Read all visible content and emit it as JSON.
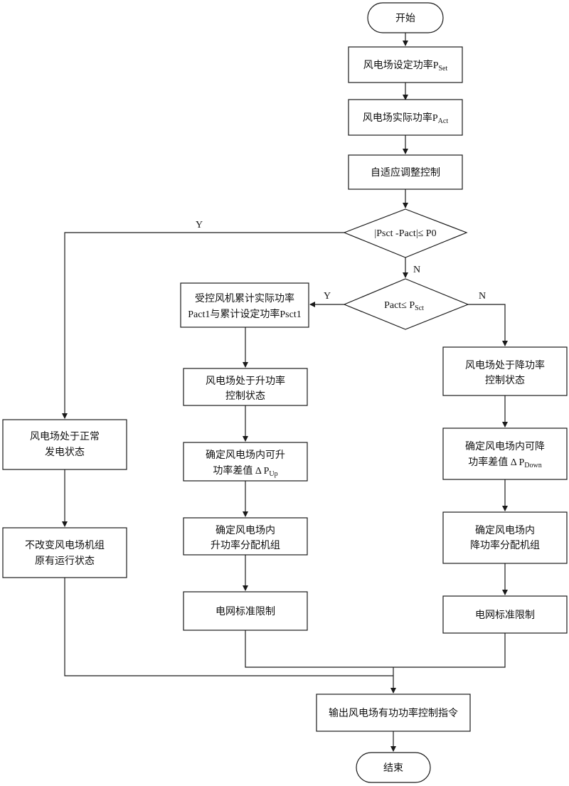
{
  "flowchart": {
    "start": "开始",
    "set_power": {
      "text": "风电场设定功率P",
      "sub": "Set"
    },
    "actual_power": {
      "text": "风电场实际功率P",
      "sub": "Act"
    },
    "adaptive": "自适应调整控制",
    "decision1": "|Psct -Pact|≤ P0",
    "decision1_yes": "Y",
    "decision1_no": "N",
    "decision2": {
      "text": "Pact≤ P",
      "sub": "Sct"
    },
    "decision2_yes": "Y",
    "decision2_no": "N",
    "accumulate": [
      "受控风机累计实际功率",
      "Pact1与累计设定功率Psct1"
    ],
    "up_state": [
      "风电场处于升功率",
      "控制状态"
    ],
    "up_margin": {
      "line1": "确定风电场内可升",
      "line2": "功率差值 Δ P",
      "sub": "Up"
    },
    "up_alloc": [
      "确定风电场内",
      "升功率分配机组"
    ],
    "up_grid": "电网标准限制",
    "down_state": [
      "风电场处于降功率",
      "控制状态"
    ],
    "down_margin": {
      "line1": "确定风电场内可降",
      "line2": "功率差值 Δ P",
      "sub": "Down"
    },
    "down_alloc": [
      "确定风电场内",
      "降功率分配机组"
    ],
    "down_grid": "电网标准限制",
    "normal_state": [
      "风电场处于正常",
      "发电状态"
    ],
    "keep_state": [
      "不改变风电场机组",
      "原有运行状态"
    ],
    "output": "输出风电场有功功率控制指令",
    "end": "结束"
  }
}
